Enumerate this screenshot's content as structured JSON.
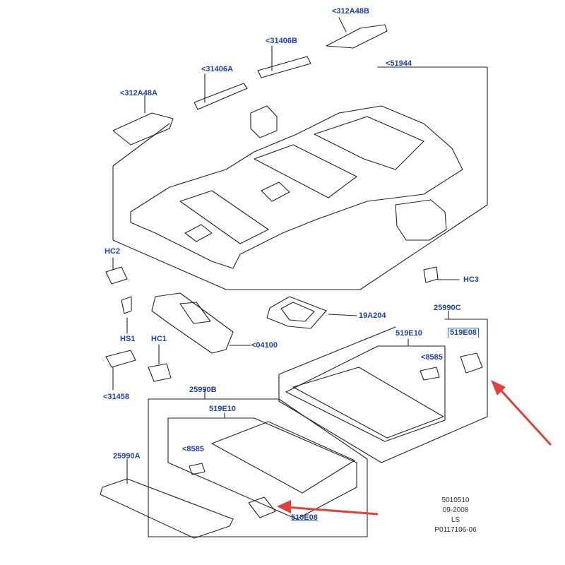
{
  "callouts": {
    "c312a48b": "<312A48B",
    "c31406b": "<31406B",
    "c31406a": "<31406A",
    "c51944": "<51944",
    "c312a48a": "<312A48A",
    "chc2": "HC2",
    "chc3": "HC3",
    "chs1": "HS1",
    "chc1": "HC1",
    "c04100": "<04100",
    "c19a204": "19A204",
    "c25990c": "25990C",
    "c519e10_right": "519E10",
    "c519e08_right": "519E08",
    "c8585_right": "<8585",
    "c31458": "<31458",
    "c25990b": "25990B",
    "c519e10_left": "519E10",
    "c8585_left": "<8585",
    "c25990a": "25990A",
    "c519e08_left": "510E08"
  },
  "meta": {
    "line1": "5010510",
    "line2": "09-2008",
    "line3": "LS",
    "line4": "P0117106-06"
  },
  "colors": {
    "label": "#1f3fae",
    "line": "#222222",
    "arrow": "#e0403a",
    "highlight": "#1f6fd0"
  }
}
